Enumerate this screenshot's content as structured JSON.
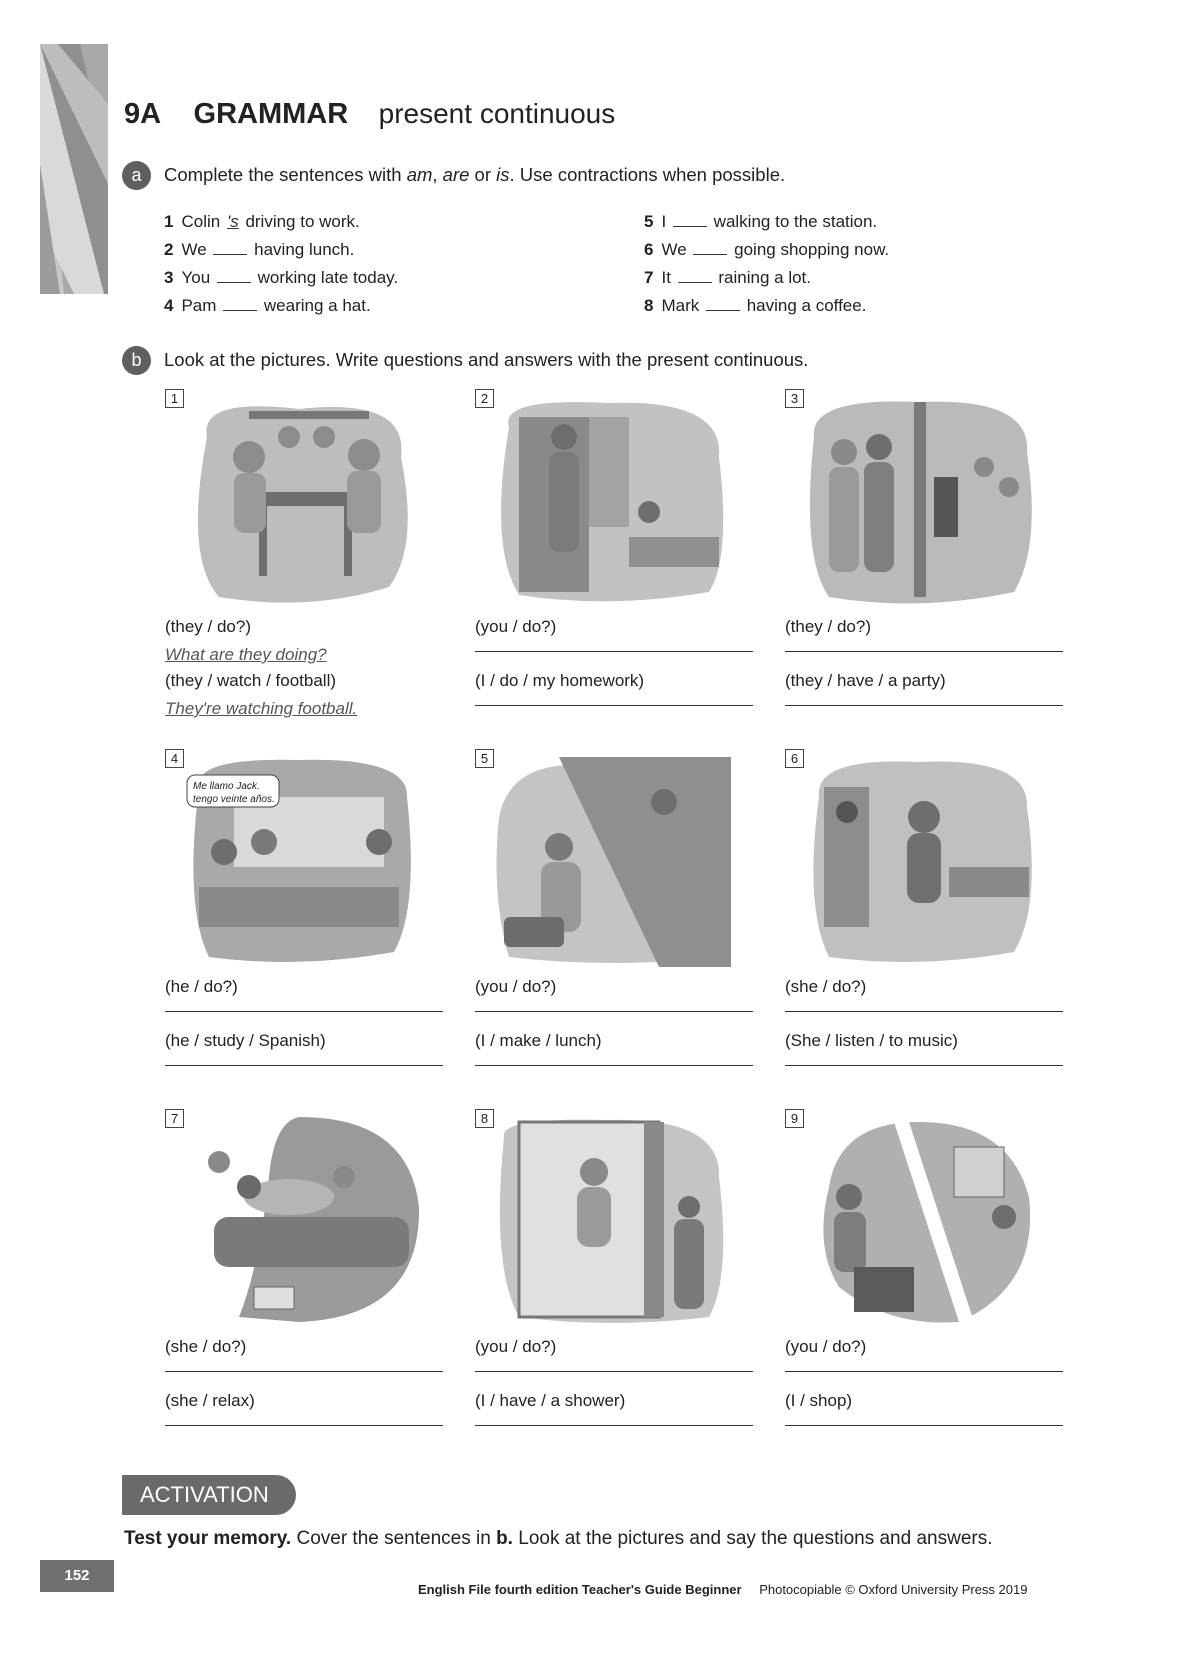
{
  "header": {
    "unit": "9A",
    "topic": "GRAMMAR",
    "subtopic": "present continuous"
  },
  "section_a": {
    "badge": "a",
    "instruction_start": "Complete the sentences with ",
    "instruction_am": "am",
    "instruction_sep1": ", ",
    "instruction_are": "are",
    "instruction_or": " or ",
    "instruction_is": "is",
    "instruction_end": ". Use contractions when possible.",
    "sentences": [
      {
        "num": "1",
        "before": "Colin",
        "example": "'s",
        "after": "driving to work."
      },
      {
        "num": "2",
        "before": "We",
        "after": "having lunch."
      },
      {
        "num": "3",
        "before": "You",
        "after": "working late today."
      },
      {
        "num": "4",
        "before": "Pam",
        "after": "wearing a hat."
      },
      {
        "num": "5",
        "before": "I",
        "after": "walking to the station."
      },
      {
        "num": "6",
        "before": "We",
        "after": "going shopping now."
      },
      {
        "num": "7",
        "before": "It",
        "after": "raining a lot."
      },
      {
        "num": "8",
        "before": "Mark",
        "after": "having a coffee."
      }
    ]
  },
  "section_b": {
    "badge": "b",
    "instruction": "Look at the pictures. Write questions and answers with the present continuous.",
    "items": [
      {
        "num": "1",
        "question": "(they / do?)",
        "answer": "(they / watch / football)",
        "example_question": "What are they doing?",
        "example_answer": "They're watching football.",
        "scene": "friends watching football at table"
      },
      {
        "num": "2",
        "question": "(you / do?)",
        "answer": "(I / do / my homework)",
        "scene": "mother at door, girl doing homework on bed"
      },
      {
        "num": "3",
        "question": "(they / do?)",
        "answer": "(they / have / a party)",
        "scene": "couple at wall, party next door"
      },
      {
        "num": "4",
        "question": "(he / do?)",
        "answer": "(he / study / Spanish)",
        "speech": "Me llamo Jack. tengo veinte años.",
        "scene": "man studying on train"
      },
      {
        "num": "5",
        "question": "(you / do?)",
        "answer": "(I / make / lunch)",
        "scene": "man cooking, man on phone"
      },
      {
        "num": "6",
        "question": "(she / do?)",
        "answer": "(She / listen / to music)",
        "scene": "girl with headphones in bedroom"
      },
      {
        "num": "7",
        "question": "(she / do?)",
        "answer": "(she / relax)",
        "scene": "woman relaxing on sofa with children"
      },
      {
        "num": "8",
        "question": "(you / do?)",
        "answer": "(I / have / a shower)",
        "scene": "man in shower, woman at door"
      },
      {
        "num": "9",
        "question": "(you / do?)",
        "answer": "(I / shop)",
        "scene": "man on phone, woman shopping online"
      }
    ]
  },
  "activation": {
    "label": "ACTIVATION",
    "bold": "Test your memory.",
    "text_before": " Cover the sentences in ",
    "bold_b": "b.",
    "text_after": " Look at the pictures and say the questions and answers."
  },
  "footer": {
    "page_number": "152",
    "book": "English File fourth edition Teacher's Guide Beginner",
    "copyright": "Photocopiable © Oxford University Press 2019"
  },
  "colors": {
    "badge": "#5f5f5f",
    "activation": "#6a6a6a",
    "illustration": "#b5b5b5"
  }
}
